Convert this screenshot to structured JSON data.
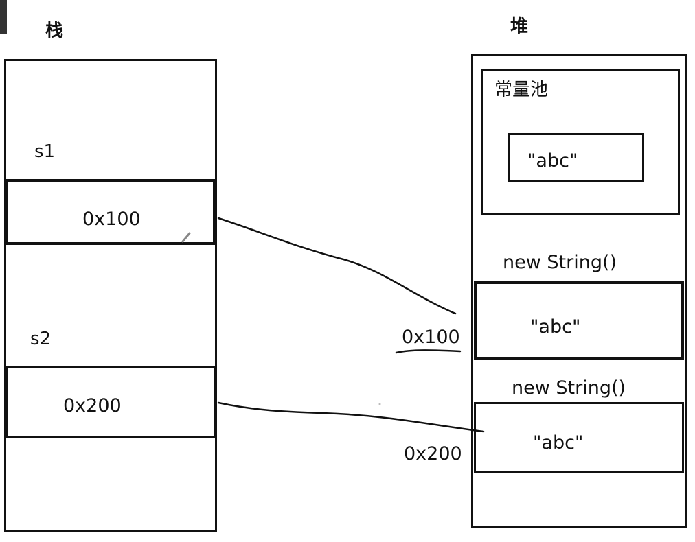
{
  "stack": {
    "title": "栈",
    "slots": [
      {
        "var": "s1",
        "value": "0x100"
      },
      {
        "var": "s2",
        "value": "0x200"
      }
    ]
  },
  "heap": {
    "title": "堆",
    "pool": {
      "title": "常量池",
      "value": "\"abc\""
    },
    "objects": [
      {
        "constructor": "new String()",
        "value": "\"abc\"",
        "address": "0x100"
      },
      {
        "constructor": "new String()",
        "value": "\"abc\"",
        "address": "0x200"
      }
    ]
  }
}
